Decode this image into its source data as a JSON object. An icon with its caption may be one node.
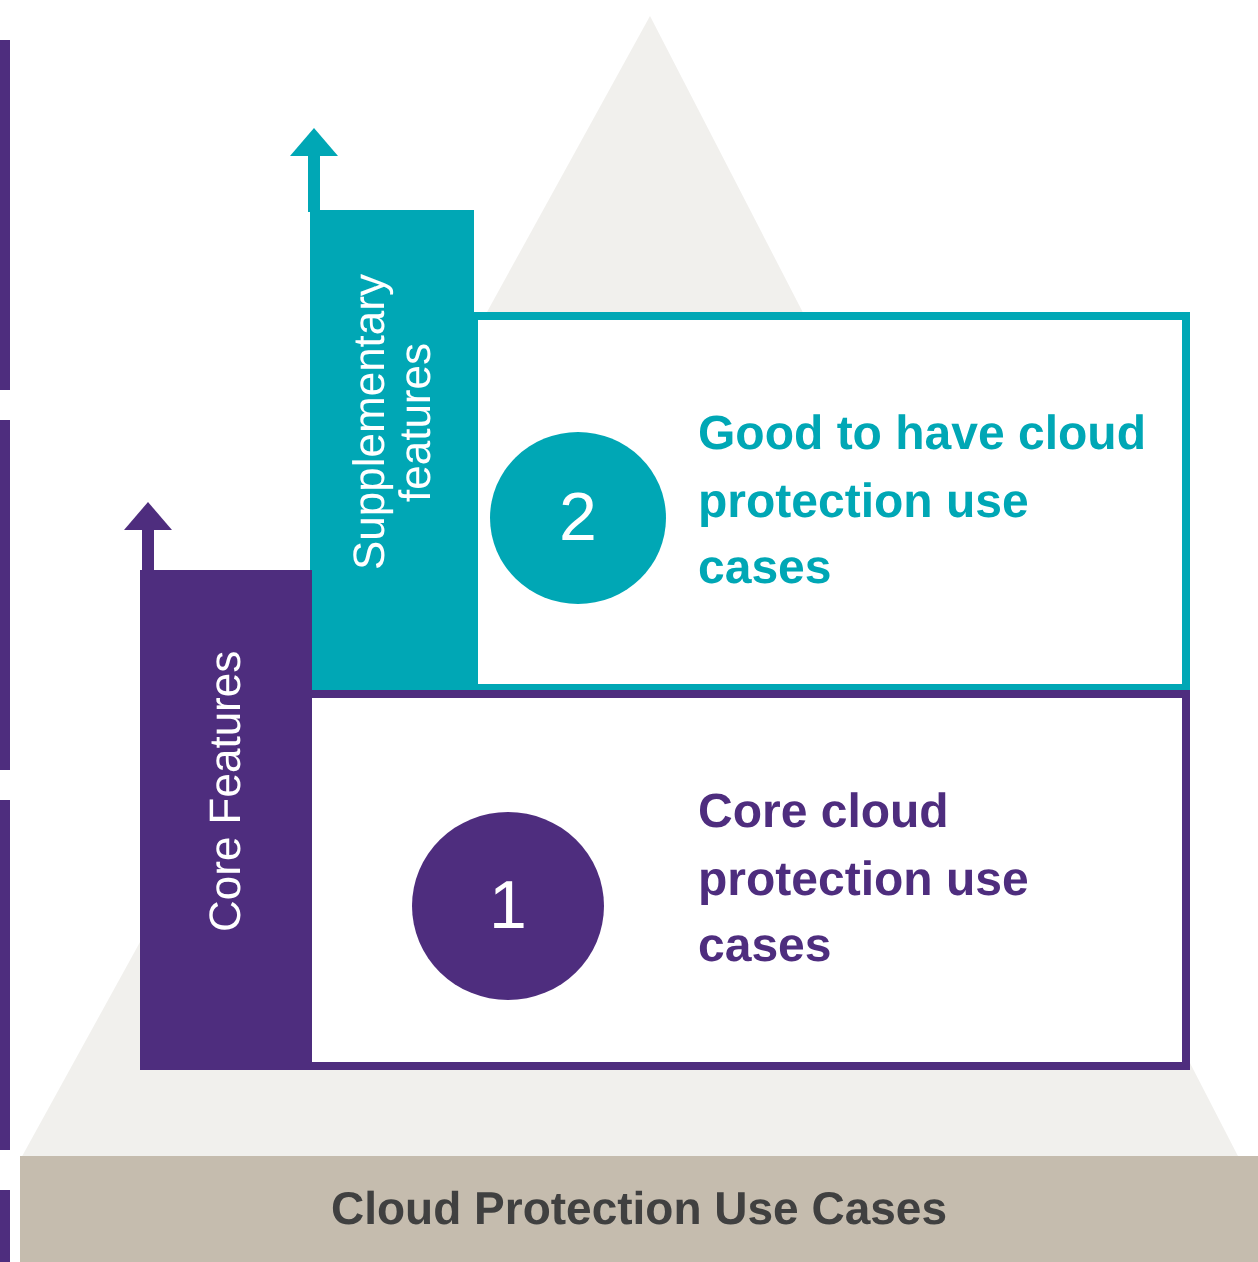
{
  "diagram": {
    "nodes": [
      {
        "text": [
          "Supplementary features"
        ]
      },
      {
        "text": [
          "Good to have cloud protection use cases"
        ]
      },
      {
        "text": [
          "2"
        ],
        "in": 1
      },
      {
        "text": [
          "Core Features"
        ]
      },
      {
        "text": [
          "Core cloud protection use cases"
        ]
      },
      {
        "text": [
          "1"
        ],
        "in": 4
      },
      {
        "text": [
          "Cloud Protection Use Cases"
        ]
      }
    ],
    "edges": []
  }
}
